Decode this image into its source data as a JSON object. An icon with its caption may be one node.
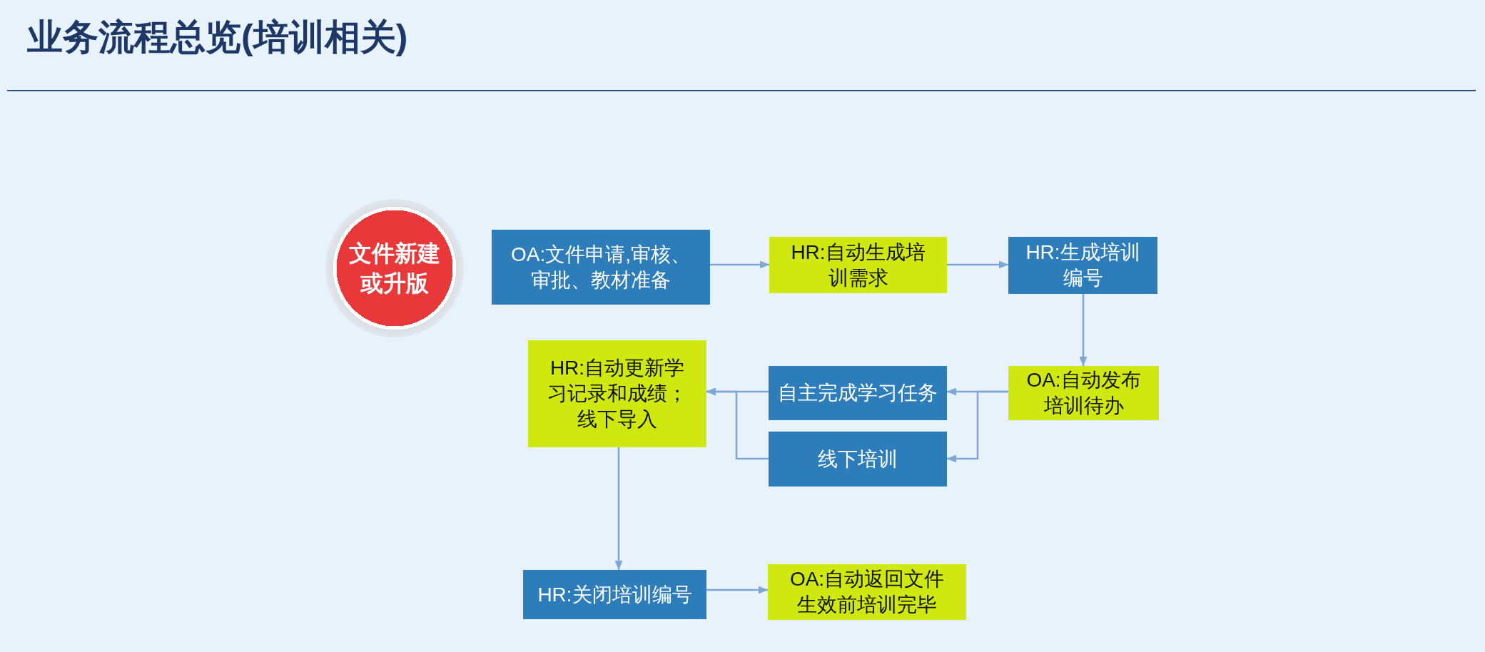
{
  "diagram": {
    "title": "业务流程总览(培训相关)",
    "nodes": [
      {
        "text": [
          "文件新建或升版"
        ]
      },
      {
        "text": [
          "OA:文件申请,审核、审批、教材准备"
        ]
      },
      {
        "text": [
          "HR:自动生成培训需求"
        ]
      },
      {
        "text": [
          "HR:生成培训编号"
        ]
      },
      {
        "text": [
          "HR:自动更新学习记录和成绩；线下导入"
        ]
      },
      {
        "text": [
          "自主完成学习任务"
        ]
      },
      {
        "text": [
          "OA:自动发布培训待办"
        ]
      },
      {
        "text": [
          "线下培训"
        ]
      },
      {
        "text": [
          "HR:关闭培训编号"
        ]
      },
      {
        "text": [
          "OA:自动返回文件生效前培训完毕"
        ]
      }
    ],
    "edges": [
      {
        "from": 1,
        "to": 2,
        "arrow": "to"
      },
      {
        "from": 2,
        "to": 3,
        "arrow": "to"
      },
      {
        "from": 3,
        "to": 6,
        "arrow": "to"
      },
      {
        "from": 6,
        "to": 5,
        "arrow": "to"
      },
      {
        "from": 6,
        "to": 7,
        "arrow": "to"
      },
      {
        "from": 5,
        "to": 4,
        "arrow": "to"
      },
      {
        "from": 7,
        "to": 4,
        "arrow": "to"
      },
      {
        "from": 4,
        "to": 8,
        "arrow": "to"
      },
      {
        "from": 8,
        "to": 9,
        "arrow": "to"
      }
    ]
  }
}
